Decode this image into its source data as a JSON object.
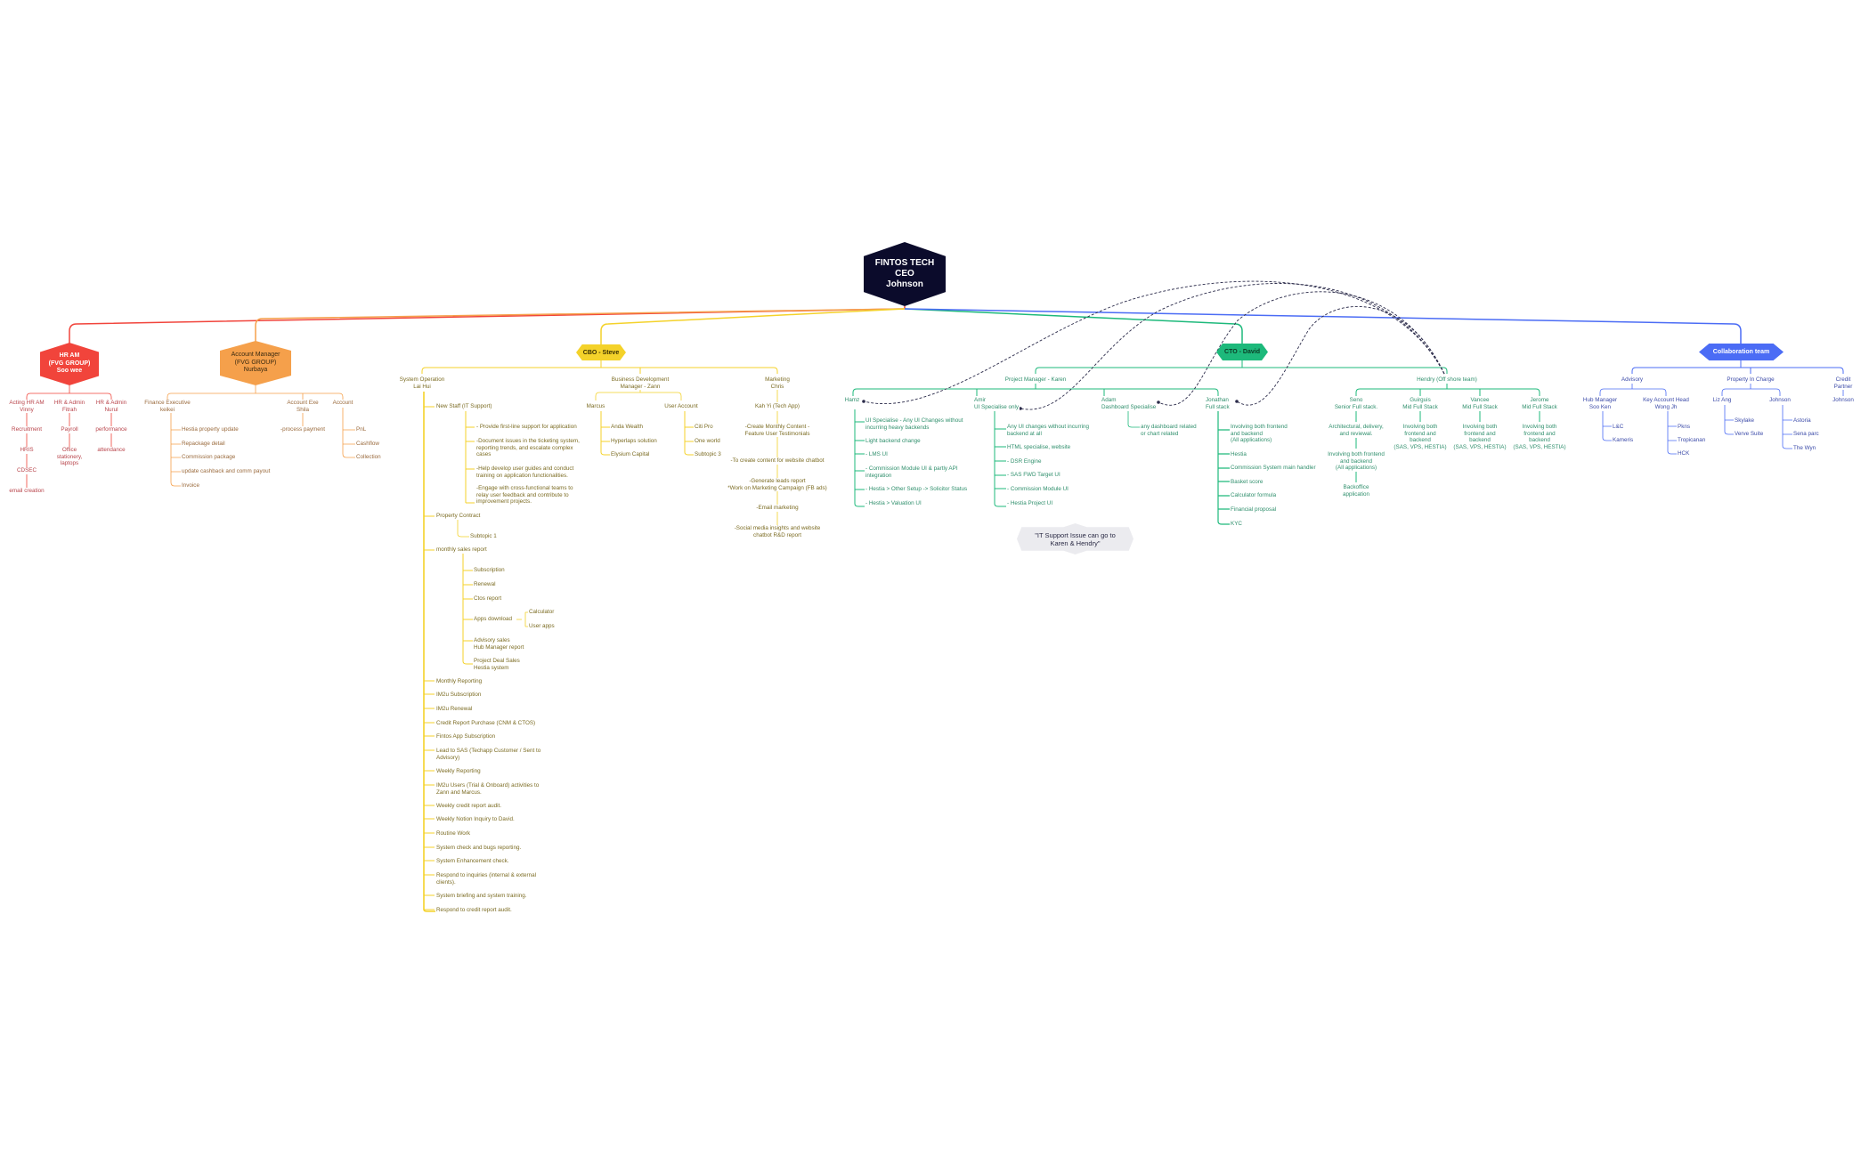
{
  "colors": {
    "ceo": "#0b0b2b",
    "hr": "#f1443b",
    "account": "#f5a04b",
    "cbo": "#f4d22a",
    "cto": "#1db97b",
    "collab": "#4b6cf5",
    "relation": "#2b2b4a"
  },
  "ceo": {
    "label": "FINTOS TECH\nCEO\nJohnson"
  },
  "hr": {
    "label": "HR  AM\n(FVG GROUP)\nSoo wee",
    "members": [
      {
        "name": "Acting HR AM\nVinny",
        "tasks": [
          "Recruitment",
          "HRIS",
          "CDSEC",
          "email creation"
        ]
      },
      {
        "name": "HR & Admin\nFitrah",
        "tasks": [
          "Payroll",
          "Office\nstationery,\nlaptops"
        ]
      },
      {
        "name": "HR & Admin\nNurul",
        "tasks": [
          "performance",
          "attendance"
        ]
      }
    ]
  },
  "account": {
    "label": "Account Manager\n(FVG GROUP)\nNurbaya",
    "members": [
      {
        "name": "Finance Executive\nkeikei",
        "tasks": [
          "Hestia property update",
          "Repackage detail",
          "Commission package",
          "update cashback and comm payout",
          "Invoice"
        ]
      },
      {
        "name": "Account Exe\nShila",
        "tasks": [
          "-process payment"
        ]
      },
      {
        "name": "Account",
        "tasks": [
          "PnL",
          "Cashflow",
          "Collection"
        ]
      }
    ]
  },
  "cbo": {
    "label": "CBO - Steve",
    "system_operation": {
      "name": "System Operation\nLai Hui",
      "new_staff": {
        "name": "New Staff  (IT Support)",
        "tasks": [
          "- Provide first-line support for application",
          "-Document issues in the ticketing system,\nreporting trends, and escalate complex\ncases",
          "-Help develop user guides and conduct\ntraining on application functionalities.",
          "-Engage with cross-functional teams to\nrelay user feedback and contribute to\nimprovement projects."
        ]
      },
      "property_contract": {
        "name": "Property Contract",
        "tasks": [
          "Subtopic 1"
        ]
      },
      "monthly_sales": {
        "name": "monthly sales report",
        "tasks": [
          "Subscription",
          "Renewal",
          "Ctos report",
          "Apps download",
          "Advisory sales\nHub Manager report",
          "Project Deal Sales\nHestia system"
        ],
        "apps_download": [
          "Calculator",
          "User apps"
        ]
      },
      "tasks": [
        "Monthly Reporting",
        "IM2u Subscription",
        "IM2u Renewal",
        "Credit Report Purchase (CNM & CTOS)",
        "Fintos App Subscription",
        "Lead to SAS (Techapp Customer / Sent to\nAdvisory)",
        "Weekly Reporting",
        "IM2u Users (Trial & Onboard) activities to\nZann and Marcus.",
        "Weekly credit report audit.",
        "Weekly Notion Inquiry to David.",
        "Routine Work",
        "System check and bugs reporting.",
        "System Enhancement check.",
        "Respond to inquiries (internal & external\nclients).",
        "System briefing and system training.",
        "Respond to credit report audit."
      ]
    },
    "bdm": {
      "name": "Business Development\nManager - Zann",
      "marcus": {
        "name": "Marcus",
        "tasks": [
          "Anda Wealth",
          "Hyperlaps solution",
          "Elysium Capital"
        ]
      },
      "user_account": {
        "name": "User Account",
        "tasks": [
          "Citi Pro",
          "One world",
          "Subtopic 3"
        ]
      }
    },
    "marketing": {
      "name": "Marketing\nChris",
      "lead": "Kah Yi (Tech App)",
      "tasks": [
        "-Create Monthly Content -\nFeature User Testimonials",
        "-To create content for website chatbot",
        "-Generate leads report\n*Work on Marketing Campaign (FB ads)",
        "-Email marketing",
        "-Social media insights and website\nchatbot R&D report"
      ]
    }
  },
  "cto": {
    "label": "CTO - David",
    "pm": {
      "name": "Project Manager - Karen",
      "members": [
        {
          "name": "Hamz",
          "tasks": [
            "UI Specialise - Any UI Changes without\nincurring heavy backends",
            "Light backend change",
            "- LMS UI",
            "- Commission Module UI & partly API\nintegration",
            "- Hestia > Other Setup -> Solicitor Status",
            "- Hestia > Valuation UI"
          ]
        },
        {
          "name": "Amir\nUI Specialise only",
          "tasks": [
            " Any UI changes without incurring\nbackend at all",
            "HTML specialise, website",
            "- DSR Engine",
            "- SAS FWD Target UI",
            "- Commission Module UI",
            "- Hestia Project UI"
          ]
        },
        {
          "name": "Adam\nDashboard Specialise",
          "tasks": [
            "any dashboard related\nor chart related"
          ]
        },
        {
          "name": "Jonathan\nFull stack",
          "tasks": [
            "Involving both frontend\nand backend\n(All applications)",
            "Hestia",
            "Commission System main handler",
            "Basket score",
            "Calculator formula",
            "Financial proposal",
            "KYC"
          ]
        }
      ]
    },
    "offshore": {
      "name": "Hendry (Off shore team)",
      "members": [
        {
          "name": "Seno\nSenior Full stack.",
          "tasks": [
            "Architectural, delivery,\nand reviewal.",
            "Involving both frontend\nand backend\n(All applications)",
            "Backoffice\napplication"
          ]
        },
        {
          "name": "Guirguis\nMid Full Stack",
          "tasks": [
            "Involving both\nfrontend and\nbackend\n(SAS, VPS, HESTIA)"
          ]
        },
        {
          "name": "Vancee\nMid Full Stack",
          "tasks": [
            "Involving both\nfrontend and\nbackend\n(SAS, VPS, HESTIA)"
          ]
        },
        {
          "name": "Jerome\nMid Full Stack",
          "tasks": [
            "Involving both\nfrontend and\nbackend\n(SAS, VPS, HESTIA)"
          ]
        }
      ]
    },
    "note": "\"IT Support Issue can go to\nKaren & Hendry\""
  },
  "collab": {
    "label": "Collaboration team",
    "advisory": {
      "name": "Advisory",
      "members": [
        {
          "name": "Hub Manager\nSoo Ken",
          "tasks": [
            "L&C",
            "Kameris"
          ]
        },
        {
          "name": "Key Account Head\nWong Jh",
          "tasks": [
            "Pkns",
            "Tropicanan",
            "HCK"
          ]
        }
      ]
    },
    "property": {
      "name": "Property In Charge",
      "members": [
        {
          "name": "Liz Ang",
          "tasks": [
            "Skylake",
            "Verve Suite"
          ]
        },
        {
          "name": "Johnson",
          "tasks": [
            "Astoria",
            "Sena parc",
            "The Wyn"
          ]
        }
      ]
    },
    "credit": {
      "name": "Credit Partner",
      "members": [
        {
          "name": "Johnson"
        }
      ]
    }
  }
}
